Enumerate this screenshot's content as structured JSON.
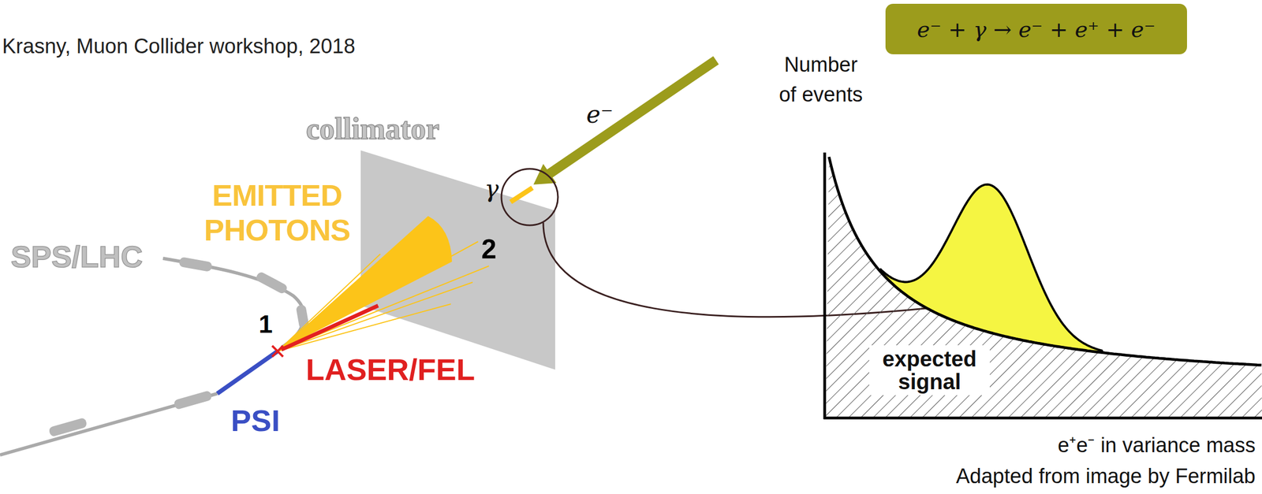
{
  "diagram": {
    "nodes": [
      {
        "text": [
          "e⁻ + γ → e⁻ + e⁺ + e⁻"
        ]
      }
    ],
    "labels": [
      "Krasny, Muon Collider workshop, 2018",
      "collimator",
      "EMITTED PHOTONS",
      "SPS/LHC",
      "1",
      "2",
      "LASER/FEL",
      "PSI",
      "e⁻",
      "γ",
      "Number of events",
      "expected signal",
      "e⁺e⁻ in variance mass",
      "Adapted from image by Fermilab"
    ]
  }
}
